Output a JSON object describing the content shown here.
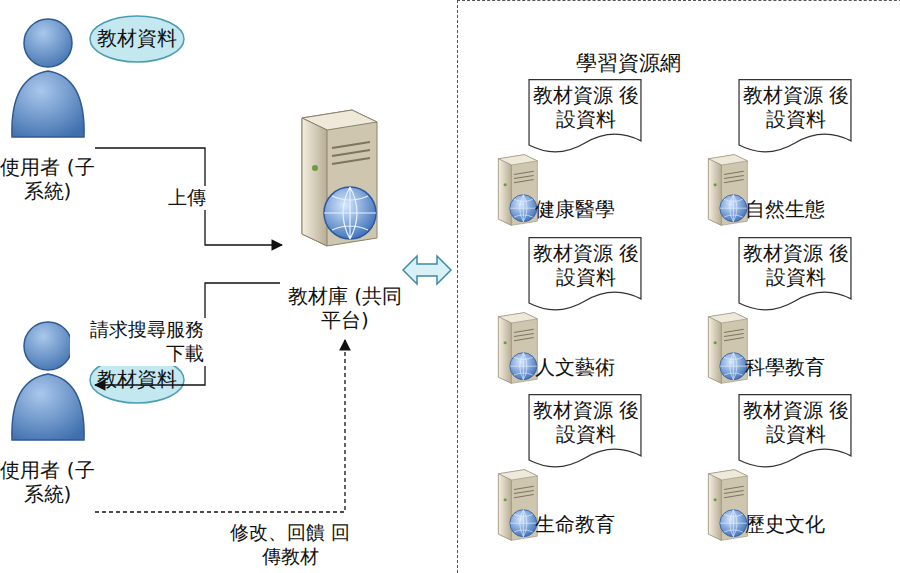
{
  "diagram": {
    "nodes": [
      {
        "text": [
          "使用者 (子系統)"
        ]
      },
      {
        "text": [
          "教材資料"
        ]
      },
      {
        "text": [
          "教材庫 (共同平台)"
        ]
      },
      {
        "text": [
          "使用者 (子系統)"
        ]
      },
      {
        "text": [
          "教材資料"
        ]
      },
      {
        "text": [
          "學習資源網"
        ]
      },
      {
        "text": [
          "教材資源 後設資料",
          "健康醫學"
        ],
        "in": 5
      },
      {
        "text": [
          "教材資源 後設資料",
          "自然生態"
        ],
        "in": 5
      },
      {
        "text": [
          "教材資源 後設資料",
          "人文藝術"
        ],
        "in": 5
      },
      {
        "text": [
          "教材資源 後設資料",
          "科學教育"
        ],
        "in": 5
      },
      {
        "text": [
          "教材資源 後設資料",
          "生命教育"
        ],
        "in": 5
      },
      {
        "text": [
          "教材資源 後設資料",
          "歷史文化"
        ],
        "in": 5
      }
    ],
    "edges": [
      {
        "from": 0,
        "to": 2,
        "label": "上傳",
        "arrow": "to"
      },
      {
        "from": 2,
        "to": 3,
        "label": "請求搜尋服務 下載",
        "arrow": "to"
      },
      {
        "from": 3,
        "to": 2,
        "label": "修改、回饋 回傳教材",
        "arrow": "to"
      },
      {
        "from": 2,
        "to": 5,
        "arrow": "both"
      }
    ]
  }
}
